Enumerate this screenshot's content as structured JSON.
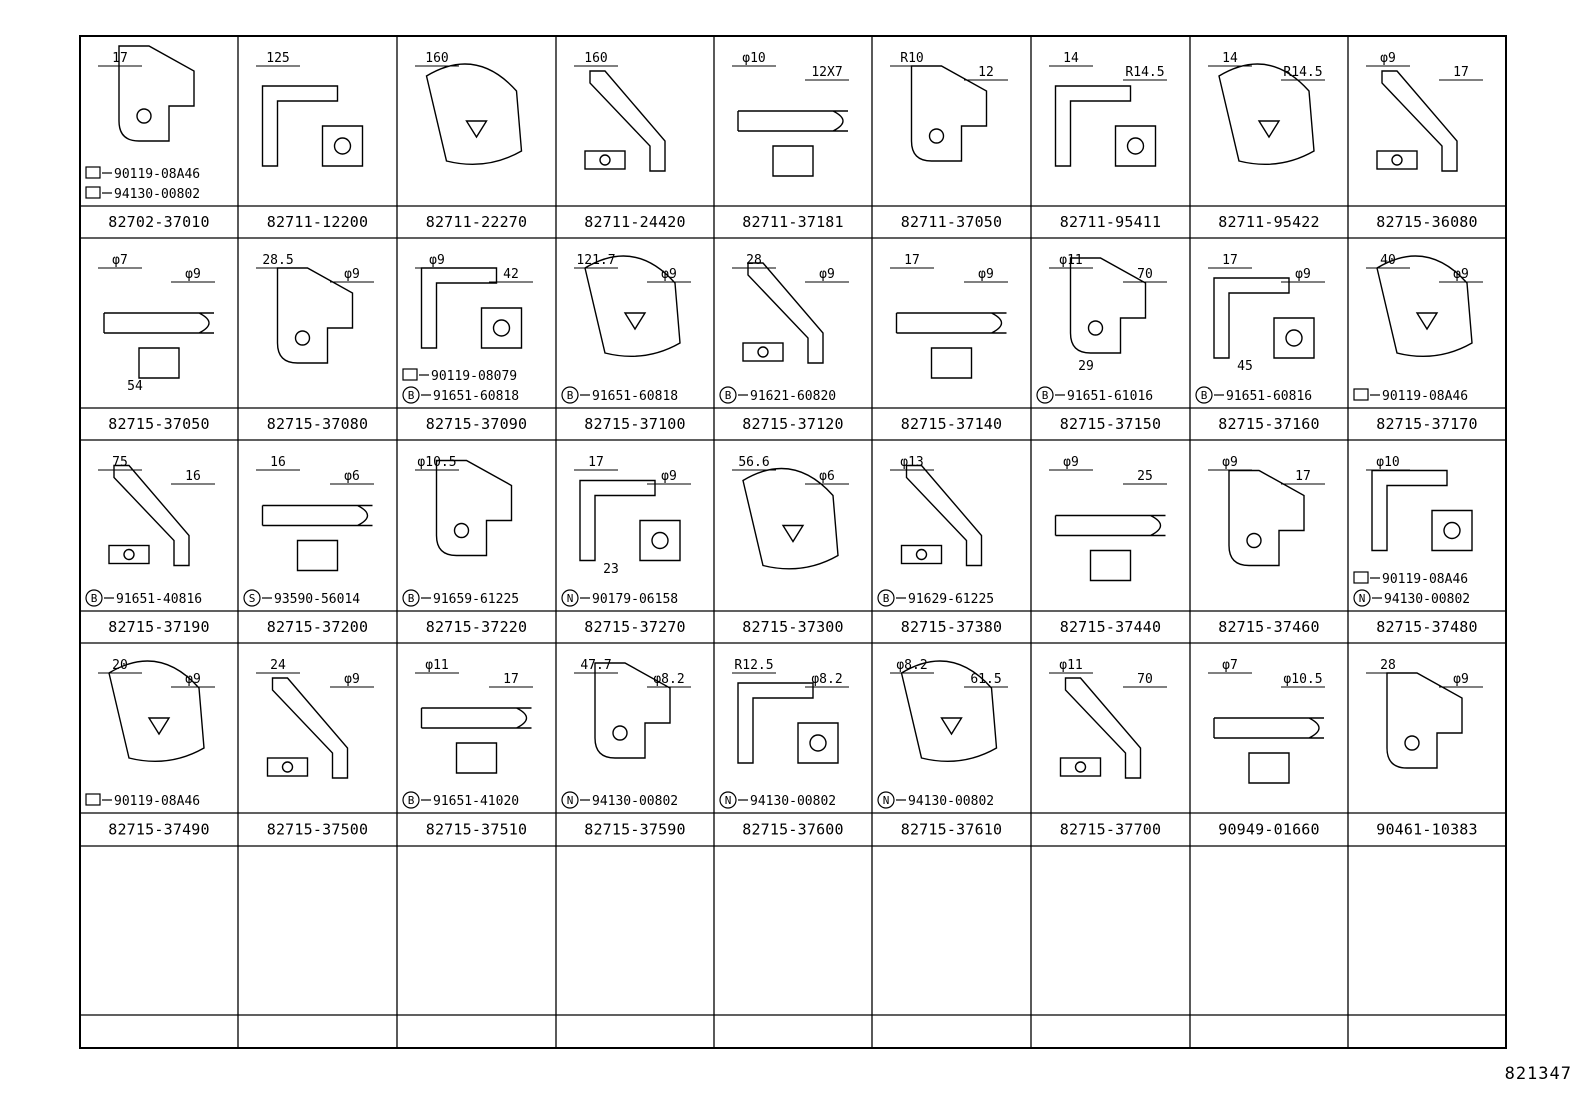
{
  "sheet_code": "821347",
  "rows": [
    {
      "cells": [
        {
          "part": "82702-37010",
          "dims": [
            "17"
          ],
          "subparts": [
            {
              "badge": "",
              "number": "90119-08A46"
            },
            {
              "badge": "",
              "number": "94130-00802"
            }
          ]
        },
        {
          "part": "82711-12200",
          "dims": [
            "125"
          ],
          "subparts": []
        },
        {
          "part": "82711-22270",
          "dims": [
            "160"
          ],
          "subparts": []
        },
        {
          "part": "82711-24420",
          "dims": [
            "160"
          ],
          "subparts": []
        },
        {
          "part": "82711-37181",
          "dims": [
            "φ10",
            "12X7"
          ],
          "subparts": []
        },
        {
          "part": "82711-37050",
          "dims": [
            "R10",
            "12"
          ],
          "subparts": []
        },
        {
          "part": "82711-95411",
          "dims": [
            "14",
            "R14.5"
          ],
          "subparts": []
        },
        {
          "part": "82711-95422",
          "dims": [
            "14",
            "R14.5"
          ],
          "subparts": []
        },
        {
          "part": "82715-36080",
          "dims": [
            "φ9",
            "17"
          ],
          "subparts": []
        }
      ]
    },
    {
      "cells": [
        {
          "part": "82715-37050",
          "dims": [
            "φ7",
            "φ9",
            "54"
          ],
          "subparts": []
        },
        {
          "part": "82715-37080",
          "dims": [
            "28.5",
            "φ9"
          ],
          "subparts": []
        },
        {
          "part": "82715-37090",
          "dims": [
            "φ9",
            "42"
          ],
          "subparts": [
            {
              "badge": "",
              "number": "90119-08079"
            },
            {
              "badge": "B",
              "number": "91651-60818"
            }
          ]
        },
        {
          "part": "82715-37100",
          "dims": [
            "121.7",
            "φ9"
          ],
          "subparts": [
            {
              "badge": "B",
              "number": "91651-60818"
            }
          ]
        },
        {
          "part": "82715-37120",
          "dims": [
            "28",
            "φ9"
          ],
          "subparts": [
            {
              "badge": "B",
              "number": "91621-60820"
            }
          ]
        },
        {
          "part": "82715-37140",
          "dims": [
            "17",
            "φ9"
          ],
          "subparts": []
        },
        {
          "part": "82715-37150",
          "dims": [
            "φ11",
            "70",
            "29"
          ],
          "subparts": [
            {
              "badge": "B",
              "number": "91651-61016"
            }
          ]
        },
        {
          "part": "82715-37160",
          "dims": [
            "17",
            "φ9",
            "45"
          ],
          "subparts": [
            {
              "badge": "B",
              "number": "91651-60816"
            }
          ]
        },
        {
          "part": "82715-37170",
          "dims": [
            "40",
            "φ9"
          ],
          "subparts": [
            {
              "badge": "",
              "number": "90119-08A46"
            }
          ]
        }
      ]
    },
    {
      "cells": [
        {
          "part": "82715-37190",
          "dims": [
            "75",
            "16"
          ],
          "subparts": [
            {
              "badge": "B",
              "number": "91651-40816"
            }
          ]
        },
        {
          "part": "82715-37200",
          "dims": [
            "16",
            "φ6"
          ],
          "subparts": [
            {
              "badge": "S",
              "number": "93590-56014"
            }
          ]
        },
        {
          "part": "82715-37220",
          "dims": [
            "φ10.5"
          ],
          "subparts": [
            {
              "badge": "B",
              "number": "91659-61225"
            }
          ]
        },
        {
          "part": "82715-37270",
          "dims": [
            "17",
            "φ9",
            "23"
          ],
          "subparts": [
            {
              "badge": "N",
              "number": "90179-06158"
            }
          ]
        },
        {
          "part": "82715-37300",
          "dims": [
            "56.6",
            "φ6"
          ],
          "subparts": []
        },
        {
          "part": "82715-37380",
          "dims": [
            "φ13"
          ],
          "subparts": [
            {
              "badge": "B",
              "number": "91629-61225"
            }
          ]
        },
        {
          "part": "82715-37440",
          "dims": [
            "φ9",
            "25"
          ],
          "subparts": []
        },
        {
          "part": "82715-37460",
          "dims": [
            "φ9",
            "17"
          ],
          "subparts": []
        },
        {
          "part": "82715-37480",
          "dims": [
            "φ10"
          ],
          "subparts": [
            {
              "badge": "",
              "number": "90119-08A46"
            },
            {
              "badge": "N",
              "number": "94130-00802"
            }
          ]
        }
      ]
    },
    {
      "cells": [
        {
          "part": "82715-37490",
          "dims": [
            "20",
            "φ9"
          ],
          "subparts": [
            {
              "badge": "",
              "number": "90119-08A46"
            }
          ]
        },
        {
          "part": "82715-37500",
          "dims": [
            "24",
            "φ9"
          ],
          "subparts": []
        },
        {
          "part": "82715-37510",
          "dims": [
            "φ11",
            "17"
          ],
          "subparts": [
            {
              "badge": "B",
              "number": "91651-41020"
            }
          ]
        },
        {
          "part": "82715-37590",
          "dims": [
            "47.7",
            "φ8.2"
          ],
          "subparts": [
            {
              "badge": "N",
              "number": "94130-00802"
            }
          ]
        },
        {
          "part": "82715-37600",
          "dims": [
            "R12.5",
            "φ8.2"
          ],
          "subparts": [
            {
              "badge": "N",
              "number": "94130-00802"
            }
          ]
        },
        {
          "part": "82715-37610",
          "dims": [
            "φ8.2",
            "61.5"
          ],
          "subparts": [
            {
              "badge": "N",
              "number": "94130-00802"
            }
          ]
        },
        {
          "part": "82715-37700",
          "dims": [
            "φ11",
            "70"
          ],
          "subparts": []
        },
        {
          "part": "90949-01660",
          "dims": [
            "φ7",
            "φ10.5"
          ],
          "subparts": []
        },
        {
          "part": "90461-10383",
          "dims": [
            "28",
            "φ9"
          ],
          "subparts": []
        }
      ]
    }
  ]
}
